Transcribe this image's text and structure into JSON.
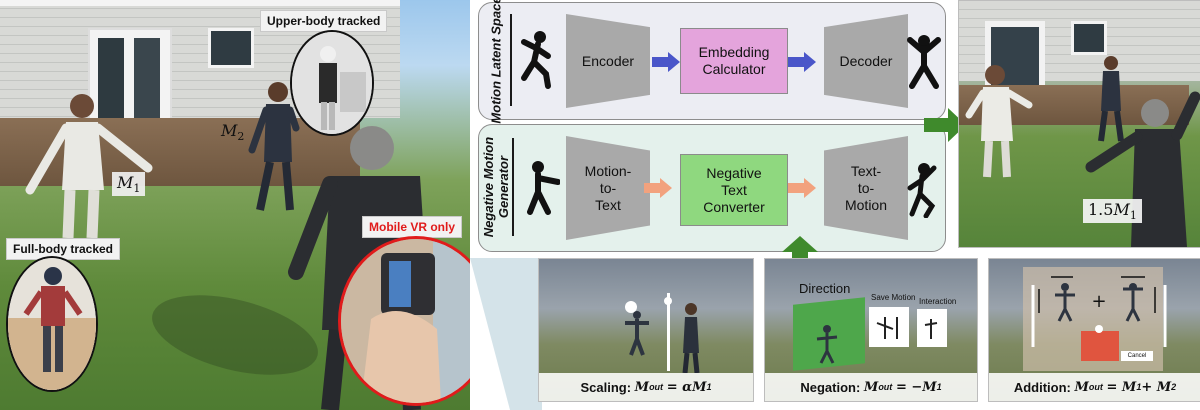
{
  "scene": {
    "upper_body_label": "Upper-body tracked",
    "full_body_label": "Full-body tracked",
    "mobile_label": "Mobile VR only",
    "m1": {
      "sym": "M",
      "sub": "1"
    },
    "m2": {
      "sym": "M",
      "sub": "2"
    }
  },
  "latent": {
    "label": "Motion Latent Space",
    "encoder": "Encoder",
    "embed_line1": "Embedding",
    "embed_line2": "Calculator",
    "decoder": "Decoder"
  },
  "negative": {
    "label_line1": "Negative Motion",
    "label_line2": "Generator",
    "mt_line1": "Motion-",
    "mt_line2": "to-",
    "mt_line3": "Text",
    "ntc_line1": "Negative",
    "ntc_line2": "Text",
    "ntc_line3": "Converter",
    "tm_line1": "Text-",
    "tm_line2": "to-",
    "tm_line3": "Motion"
  },
  "result": {
    "coef": "1.5",
    "sym": "M",
    "sub": "1"
  },
  "thumbs": {
    "scaling": {
      "title": "Scaling:",
      "expr_lhs": "M",
      "lhs_sub": "out",
      "expr_rhs": "= αM",
      "rhs_sub": "1"
    },
    "negation": {
      "title": "Negation:",
      "expr_lhs": "M",
      "lhs_sub": "out",
      "expr_rhs": "= −M",
      "rhs_sub": "1",
      "ui_direction": "Direction",
      "ui_save": "Save Motion",
      "ui_interaction": "Interaction"
    },
    "addition": {
      "title": "Addition:",
      "expr_lhs": "M",
      "lhs_sub": "out",
      "expr_mid": "= M",
      "mid_sub": "1",
      "expr_plus": " + M",
      "plus_sub": "2",
      "ui_cancel": "Cancel"
    }
  },
  "colors": {
    "latent_bg": "#ecedf3",
    "negative_bg": "#e4f1ec",
    "embed_fill": "#e4a4dc",
    "ntc_fill": "#8fd87f",
    "blue_arrow": "#4a56c9",
    "orange_arrow": "#f2a27e",
    "green_arrow": "#3f8a2c",
    "mobile_red": "#e01b1b"
  },
  "icons": [
    "running-figure-icon",
    "dancing-figure-icon",
    "pointing-figure-icon",
    "walking-figure-icon"
  ]
}
